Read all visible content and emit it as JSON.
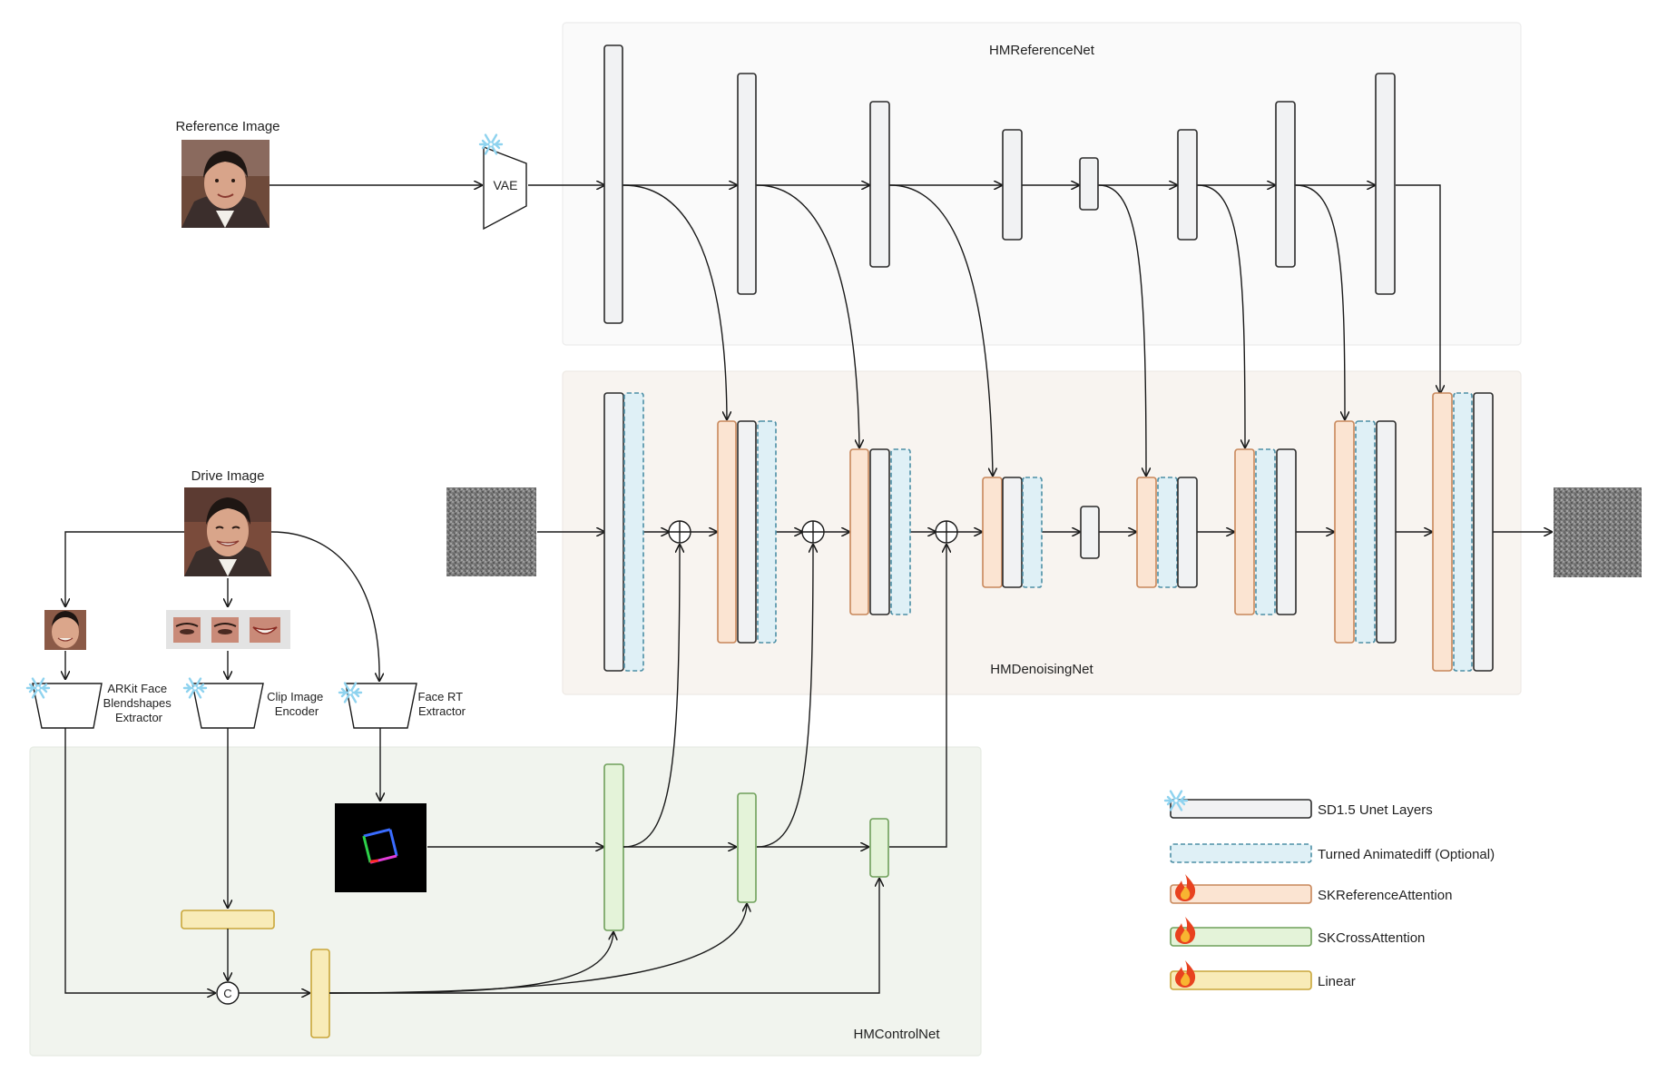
{
  "colors": {
    "sd15_fill": "#f1f2f3",
    "sd15_stroke": "#2b2b2b",
    "animdiff_fill": "#dff0f6",
    "animdiff_stroke": "#4d8fa6",
    "skref_fill": "#fbe4d2",
    "skref_stroke": "#c8875a",
    "skcross_fill": "#e4f3d9",
    "skcross_stroke": "#6fa05a",
    "linear_fill": "#f8ebb8",
    "linear_stroke": "#c9a63a",
    "ref_region": "#fafafa",
    "den_region": "#f8f4f0",
    "ctrl_region": "#f1f4ee"
  },
  "regions": {
    "reference_net": "HMReferenceNet",
    "denoising_net": "HMDenoisingNet",
    "control_net": "HMControlNet"
  },
  "inputs": {
    "reference_image": "Reference Image",
    "drive_image": "Drive Image"
  },
  "modules": {
    "vae": "VAE",
    "arkit": [
      "ARKit Face",
      "Blendshapes",
      "Extractor"
    ],
    "clip": [
      "Clip Image",
      "Encoder"
    ],
    "face_rt": [
      "Face RT",
      "Extractor"
    ],
    "concat": "C"
  },
  "legend": [
    {
      "label": "SD1.5 Unet Layers",
      "kind": "sd15",
      "icon": "snowflake-icon"
    },
    {
      "label": "Turned Animatediff (Optional)",
      "kind": "animdiff",
      "icon": ""
    },
    {
      "label": "SKReferenceAttention",
      "kind": "skref",
      "icon": "flame-icon"
    },
    {
      "label": "SKCrossAttention",
      "kind": "skcross",
      "icon": "flame-icon"
    },
    {
      "label": "Linear",
      "kind": "linear",
      "icon": "flame-icon"
    }
  ]
}
